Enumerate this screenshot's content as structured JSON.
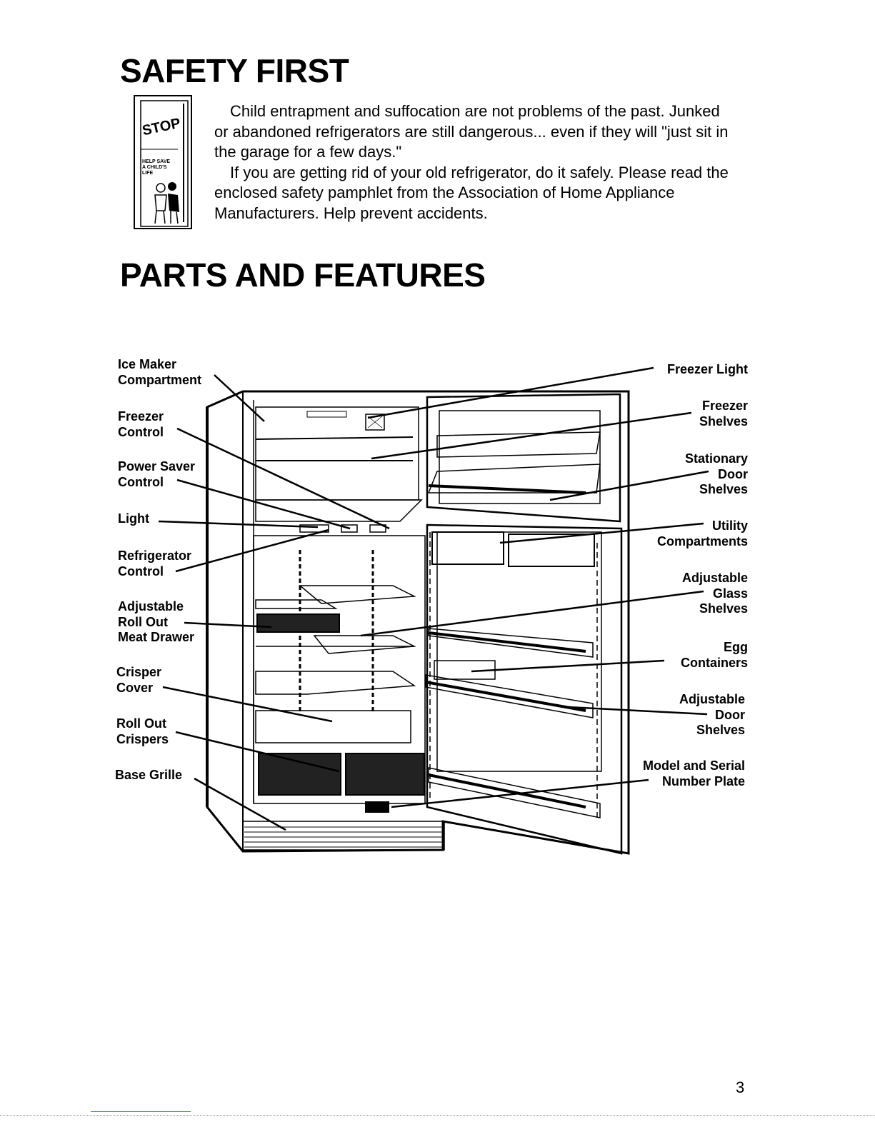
{
  "safety": {
    "title": "SAFETY FIRST",
    "poster": {
      "word": "STOP",
      "subtext": "HELP SAVE A CHILD'S LIFE"
    },
    "paragraph_1": "Child entrapment and suffocation are not problems of the past. Junked or abandoned refrigerators are still dangerous... even if they will \"just sit in the garage for a few days.\"",
    "paragraph_2": "If you are getting rid of your old refrigerator, do it safely. Please read the enclosed safety pamphlet from the Association of Home Appliance Manufacturers. Help prevent accidents."
  },
  "parts": {
    "title": "PARTS AND FEATURES",
    "left_labels": [
      [
        "Ice Maker",
        "Compartment"
      ],
      [
        "Freezer",
        "Control"
      ],
      [
        "Power Saver",
        "Control"
      ],
      [
        "Light"
      ],
      [
        "Refrigerator",
        "Control"
      ],
      [
        "Adjustable",
        "Roll Out",
        "Meat Drawer"
      ],
      [
        "Crisper",
        "Cover"
      ],
      [
        "Roll Out",
        "Crispers"
      ],
      [
        "Base Grille"
      ]
    ],
    "right_labels": [
      [
        "Freezer Light"
      ],
      [
        "Freezer",
        "Shelves"
      ],
      [
        "Stationary",
        "Door",
        "Shelves"
      ],
      [
        "Utility",
        "Compartments"
      ],
      [
        "Adjustable",
        "Glass",
        "Shelves"
      ],
      [
        "Egg",
        "Containers"
      ],
      [
        "Adjustable",
        "Door",
        "Shelves"
      ],
      [
        "Model and Serial",
        "Number Plate"
      ]
    ]
  },
  "page_number": "3"
}
